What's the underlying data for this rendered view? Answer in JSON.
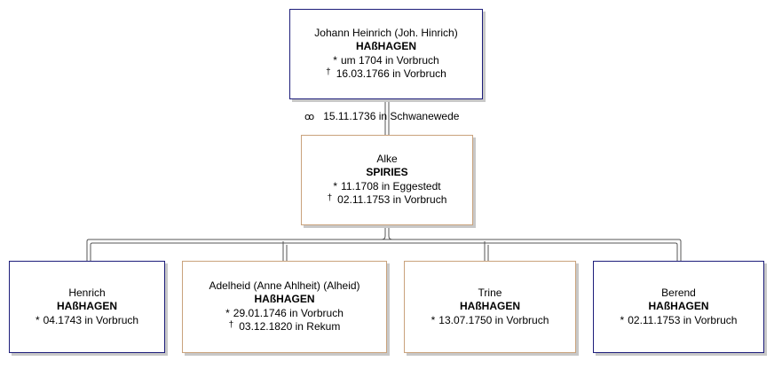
{
  "father": {
    "given": "Johann Heinrich (Joh. Hinrich)",
    "surname": "HAßHAGEN",
    "birth_symbol": "*",
    "birth": "um 1704 in Vorbruch",
    "death_symbol": "†",
    "death": "16.03.1766 in Vorbruch"
  },
  "marriage": {
    "symbol": "ꝏ",
    "text": "15.11.1736 in Schwanewede"
  },
  "mother": {
    "given": "Alke",
    "surname": "SPIRIES",
    "birth_symbol": "*",
    "birth": "11.1708 in Eggestedt",
    "death_symbol": "†",
    "death": "02.11.1753 in Vorbruch"
  },
  "children": [
    {
      "given": "Henrich",
      "surname": "HAßHAGEN",
      "birth_symbol": "*",
      "birth": "04.1743 in Vorbruch"
    },
    {
      "given": "Adelheid (Anne Ahlheit) (Alheid)",
      "surname": "HAßHAGEN",
      "birth_symbol": "*",
      "birth": "29.01.1746 in Vorbruch",
      "death_symbol": "†",
      "death": "03.12.1820 in Rekum"
    },
    {
      "given": "Trine",
      "surname": "HAßHAGEN",
      "birth_symbol": "*",
      "birth": "13.07.1750 in Vorbruch"
    },
    {
      "given": "Berend",
      "surname": "HAßHAGEN",
      "birth_symbol": "*",
      "birth": "02.11.1753 in Vorbruch"
    }
  ],
  "colors": {
    "male_border": "#1d1d7a",
    "female_border": "#c9a27c",
    "connector": "#555555"
  }
}
